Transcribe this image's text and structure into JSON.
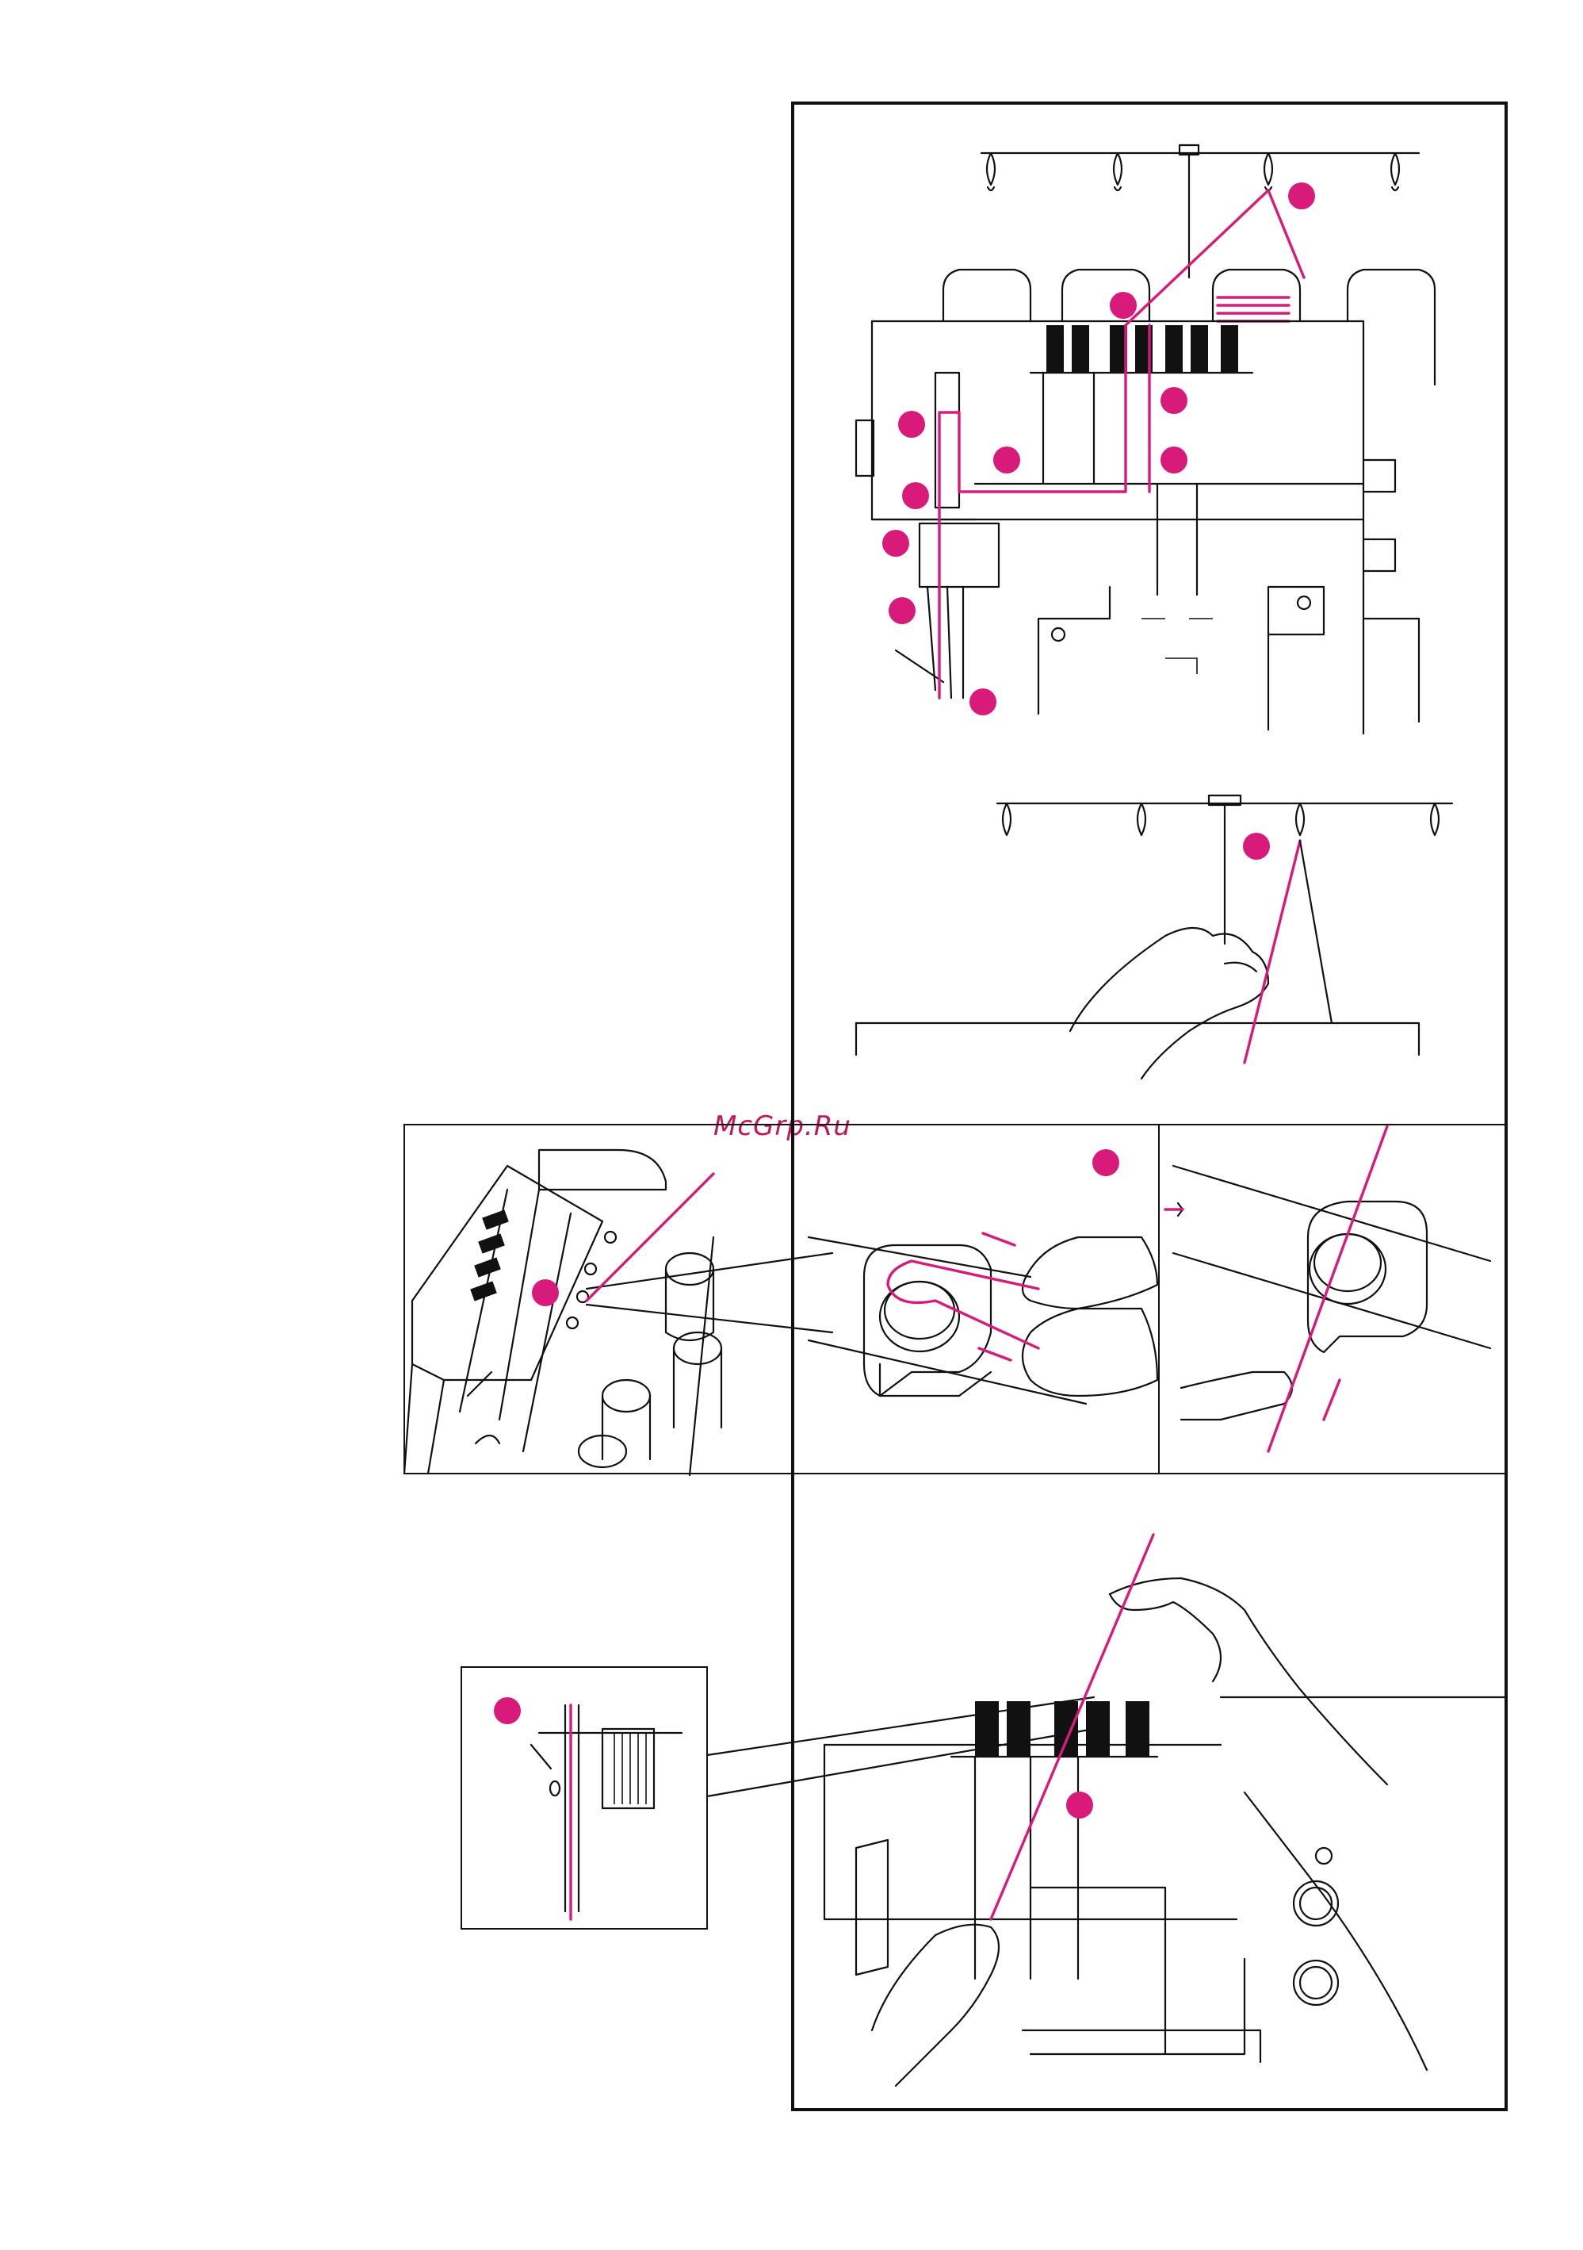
{
  "page": {
    "watermark": "McGrp.Ru"
  },
  "colors": {
    "accent": "#d81b7a",
    "ink": "#111111",
    "paper": "#ffffff"
  },
  "figures": [
    {
      "id": "fig-machine-overview",
      "callouts": 10
    },
    {
      "id": "fig-hand-thread-guide",
      "callouts": 1
    },
    {
      "id": "fig-tension-detail",
      "callouts": 1
    },
    {
      "id": "fig-hand-hook",
      "callouts": 1
    },
    {
      "id": "fig-thread-pull",
      "callouts": 0
    },
    {
      "id": "fig-tension-dial",
      "callouts": 1
    },
    {
      "id": "fig-hands-tension",
      "callouts": 1
    }
  ]
}
